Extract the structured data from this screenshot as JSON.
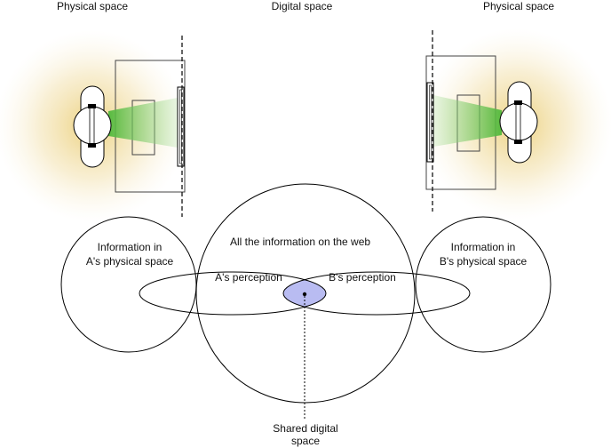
{
  "labels": {
    "left_header": "Physical space",
    "center_header": "Digital space",
    "right_header": "Physical space",
    "info_a_line1": "Information in",
    "info_a_line2": "A's physical space",
    "info_b_line1": "Information in",
    "info_b_line2": "B's physical space",
    "web_info": "All the information on the web",
    "a_perception": "A's perception",
    "b_perception": "B's perception",
    "shared_line1": "Shared digital",
    "shared_line2": "space"
  },
  "colors": {
    "glow": "#f2dfa3",
    "view_cone": "#6cc35a",
    "shared_fill": "#b9bcf2",
    "stroke": "#000000"
  }
}
